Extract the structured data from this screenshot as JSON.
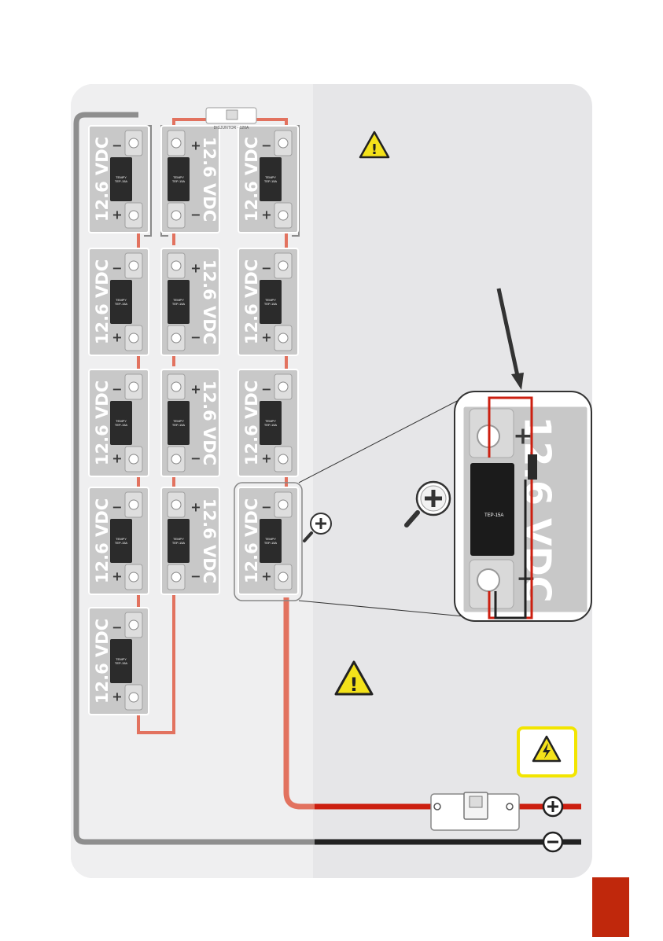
{
  "diagram": {
    "battery_label": "12.6 VDC",
    "breaker_label": "DISJUNTOR - 120A",
    "plus_sign": "+",
    "minus_sign": "−",
    "module": {
      "brand": "TEMPY",
      "model": "TEP-15A",
      "zoom_model": "TEP-15A"
    },
    "warning_symbol": "!",
    "electric_hazard_icon": "high-voltage-icon",
    "magnifier_icon": "zoom-in-icon",
    "colors": {
      "panel_left": "#ececed",
      "panel_right": "#e6e6e8",
      "battery": "#c8c8c8",
      "battery_border": "#ffffff",
      "positive_wire": "#e2725f",
      "positive_main": "#cc1f10",
      "negative_wire": "#8a8a8a",
      "negative_main": "#222222",
      "warning_fill": "#f4e21a",
      "hazard_border": "#f2e500",
      "page_tab": "#c0280c"
    }
  }
}
